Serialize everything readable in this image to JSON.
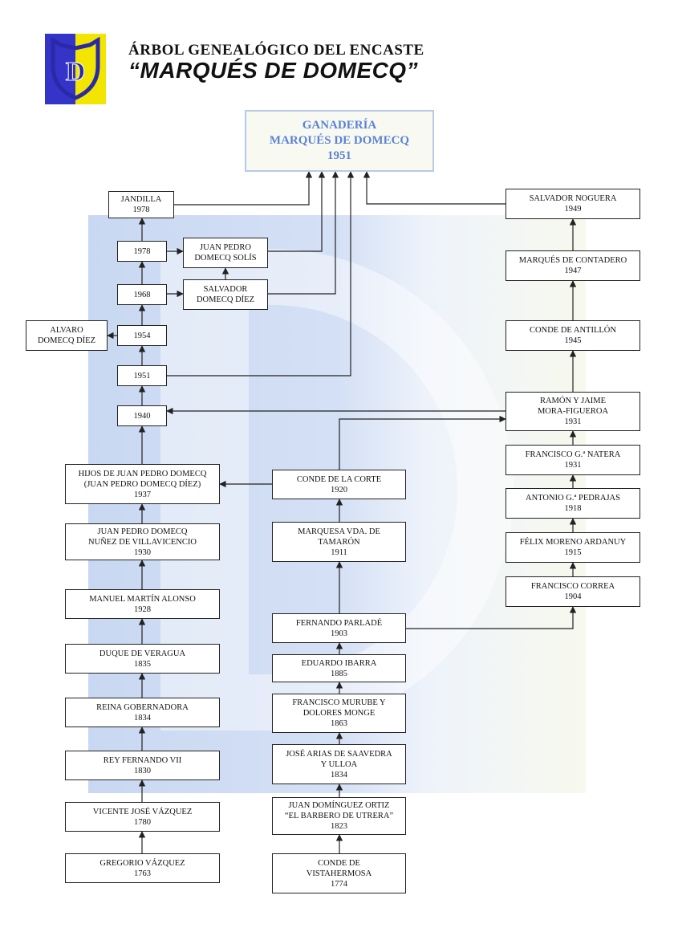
{
  "header": {
    "line1": "ÁRBOL GENEALÓGICO DEL ENCASTE",
    "line2": "“MARQUÉS DE DOMECQ”",
    "logo_letter": "D",
    "logo_colors": {
      "left": "#3434c8",
      "right": "#f2e600",
      "shield": "#2a2aa8"
    }
  },
  "colors": {
    "root_text": "#5c82d6",
    "root_border": "#b7cbe8",
    "panel": "#cbd9f2",
    "line": "#222222"
  },
  "nodes": [
    {
      "id": "root",
      "name": "GANADERÍA\nMARQUÉS DE DOMECQ",
      "year": "1951"
    },
    {
      "id": "jandilla",
      "name": "JANDILLA",
      "year": "1978"
    },
    {
      "id": "y1978",
      "name": "1978",
      "year": ""
    },
    {
      "id": "jpds",
      "name": "JUAN PEDRO\nDOMECQ SOLÍS",
      "year": ""
    },
    {
      "id": "y1968",
      "name": "1968",
      "year": ""
    },
    {
      "id": "sdd",
      "name": "SALVADOR\nDOMECQ DÍEZ",
      "year": ""
    },
    {
      "id": "add",
      "name": "ALVARO\nDOMECQ DÍEZ",
      "year": ""
    },
    {
      "id": "y1954",
      "name": "1954",
      "year": ""
    },
    {
      "id": "y1951",
      "name": "1951",
      "year": ""
    },
    {
      "id": "y1940",
      "name": "1940",
      "year": ""
    },
    {
      "id": "hijos",
      "name": "HIJOS DE JUAN PEDRO DOMECQ\n(JUAN PEDRO DOMECQ DÍEZ)",
      "year": "1937"
    },
    {
      "id": "jpdn",
      "name": "JUAN PEDRO DOMECQ\nNUÑEZ DE VILLAVICENCIO",
      "year": "1930"
    },
    {
      "id": "mma",
      "name": "MANUEL MARTÍN ALONSO",
      "year": "1928"
    },
    {
      "id": "veragua",
      "name": "DUQUE DE VERAGUA",
      "year": "1835"
    },
    {
      "id": "reina",
      "name": "REINA GOBERNADORA",
      "year": "1834"
    },
    {
      "id": "rey",
      "name": "REY FERNANDO VII",
      "year": "1830"
    },
    {
      "id": "vjv",
      "name": "VICENTE JOSÉ VÁZQUEZ",
      "year": "1780"
    },
    {
      "id": "gv",
      "name": "GREGORIO VÁZQUEZ",
      "year": "1763"
    },
    {
      "id": "corte",
      "name": "CONDE DE LA CORTE",
      "year": "1920"
    },
    {
      "id": "tamaron",
      "name": "MARQUESA VDA. DE\nTAMARÓN",
      "year": "1911"
    },
    {
      "id": "parlade",
      "name": "FERNANDO PARLADÉ",
      "year": "1903"
    },
    {
      "id": "ibarra",
      "name": "EDUARDO IBARRA",
      "year": "1885"
    },
    {
      "id": "murube",
      "name": "FRANCISCO MURUBE  Y\nDOLORES MONGE",
      "year": "1863"
    },
    {
      "id": "arias",
      "name": "JOSÉ ARIAS DE SAAVEDRA\nY ULLOA",
      "year": "1834"
    },
    {
      "id": "barbero",
      "name": "JUAN DOMÍNGUEZ ORTIZ\n“EL BARBERO DE UTRERA”",
      "year": "1823"
    },
    {
      "id": "vista",
      "name": "CONDE DE\nVISTAHERMOSA",
      "year": "1774"
    },
    {
      "id": "noguera",
      "name": "SALVADOR NOGUERA",
      "year": "1949"
    },
    {
      "id": "contadero",
      "name": "MARQUÉS DE CONTADERO",
      "year": "1947"
    },
    {
      "id": "antillon",
      "name": "CONDE DE  ANTILLÓN",
      "year": "1945"
    },
    {
      "id": "ramon",
      "name": "RAMÓN Y JAIME\nMORA-FIGUEROA",
      "year": "1931"
    },
    {
      "id": "natera",
      "name": "FRANCISCO G.ª NATERA",
      "year": "1931"
    },
    {
      "id": "pedrajas",
      "name": "ANTONIO G.ª PEDRAJAS",
      "year": "1918"
    },
    {
      "id": "ardanuy",
      "name": "FÉLIX MORENO ARDANUY",
      "year": "1915"
    },
    {
      "id": "correa",
      "name": "FRANCISCO CORREA",
      "year": "1904"
    }
  ],
  "edges": [
    {
      "from": "gv",
      "to": "vjv"
    },
    {
      "from": "vjv",
      "to": "rey"
    },
    {
      "from": "rey",
      "to": "reina"
    },
    {
      "from": "reina",
      "to": "veragua"
    },
    {
      "from": "veragua",
      "to": "mma"
    },
    {
      "from": "mma",
      "to": "jpdn"
    },
    {
      "from": "jpdn",
      "to": "hijos"
    },
    {
      "from": "hijos",
      "to": "y1940"
    },
    {
      "from": "y1940",
      "to": "y1951"
    },
    {
      "from": "y1951",
      "to": "y1954"
    },
    {
      "from": "y1954",
      "to": "y1968"
    },
    {
      "from": "y1968",
      "to": "y1978"
    },
    {
      "from": "y1978",
      "to": "jandilla"
    },
    {
      "from": "y1954",
      "to": "add"
    },
    {
      "from": "y1968",
      "to": "sdd"
    },
    {
      "from": "y1978",
      "to": "jpds"
    },
    {
      "from": "sdd",
      "to": "jpds"
    },
    {
      "from": "jandilla",
      "to": "root"
    },
    {
      "from": "jpds",
      "to": "root"
    },
    {
      "from": "sdd",
      "to": "root"
    },
    {
      "from": "y1951",
      "to": "root"
    },
    {
      "from": "noguera",
      "to": "root"
    },
    {
      "from": "vista",
      "to": "barbero"
    },
    {
      "from": "barbero",
      "to": "arias"
    },
    {
      "from": "arias",
      "to": "murube"
    },
    {
      "from": "murube",
      "to": "ibarra"
    },
    {
      "from": "ibarra",
      "to": "parlade"
    },
    {
      "from": "parlade",
      "to": "tamaron"
    },
    {
      "from": "tamaron",
      "to": "corte"
    },
    {
      "from": "corte",
      "to": "hijos"
    },
    {
      "from": "corte",
      "to": "ramon"
    },
    {
      "from": "parlade",
      "to": "correa"
    },
    {
      "from": "correa",
      "to": "ardanuy"
    },
    {
      "from": "ardanuy",
      "to": "pedrajas"
    },
    {
      "from": "pedrajas",
      "to": "natera"
    },
    {
      "from": "natera",
      "to": "ramon"
    },
    {
      "from": "ramon",
      "to": "y1940"
    },
    {
      "from": "ramon",
      "to": "antillon"
    },
    {
      "from": "antillon",
      "to": "contadero"
    },
    {
      "from": "contadero",
      "to": "noguera"
    }
  ]
}
